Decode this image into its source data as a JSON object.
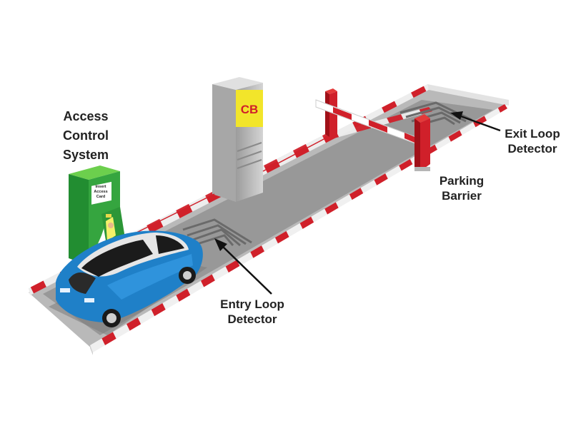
{
  "labels": {
    "access_control": [
      "Access",
      "Control",
      "System"
    ],
    "entry_loop": [
      "Entry Loop",
      "Detector"
    ],
    "parking_barrier": [
      "Parking",
      "Barrier"
    ],
    "exit_loop": [
      "Exit Loop",
      "Detector"
    ]
  },
  "sign": {
    "text": "CB"
  },
  "kiosk": {
    "screen_lines": [
      "Insert",
      "Access",
      "Card"
    ]
  },
  "colors": {
    "road": "#9a9a9a",
    "curb": "#e9e9e9",
    "curb_stripe": "#d0202a",
    "barrier": "#d0202a",
    "kiosk": "#35a53f",
    "car": "#1f80c8",
    "sign_panel": "#f2e52a"
  }
}
